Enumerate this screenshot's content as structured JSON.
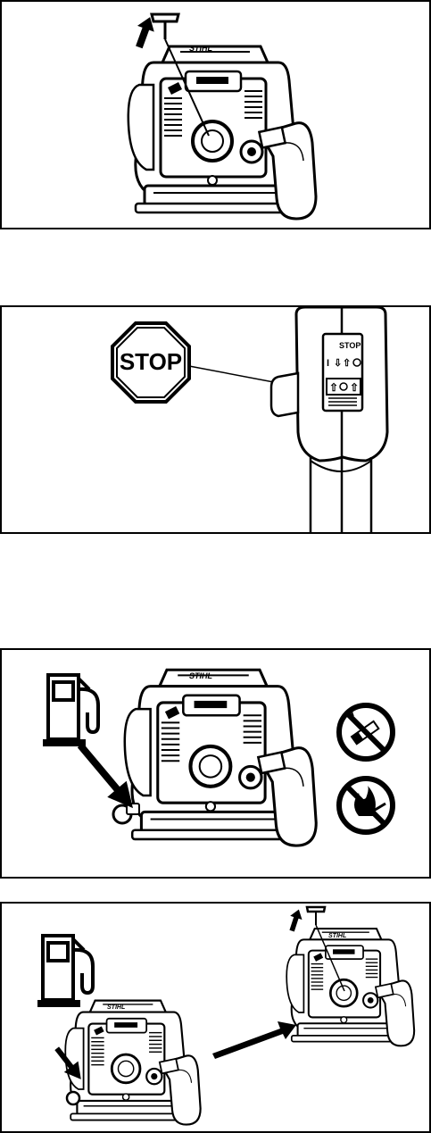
{
  "brand_logo": "STIHL",
  "stop_sign_label": "STOP",
  "switch_label": "STOP",
  "icons": {
    "panel1": [
      "blower-icon",
      "pull-arrow-icon"
    ],
    "panel2": [
      "stop-sign-icon",
      "stop-switch-icon"
    ],
    "panel3": [
      "fuel-pump-icon",
      "blower-icon",
      "fill-arrow-icon",
      "no-smoking-icon",
      "no-open-flame-icon"
    ],
    "panel4": [
      "fuel-pump-icon",
      "blower-icon",
      "fill-arrow-icon",
      "transition-arrow-icon",
      "pull-arrow-icon"
    ]
  }
}
